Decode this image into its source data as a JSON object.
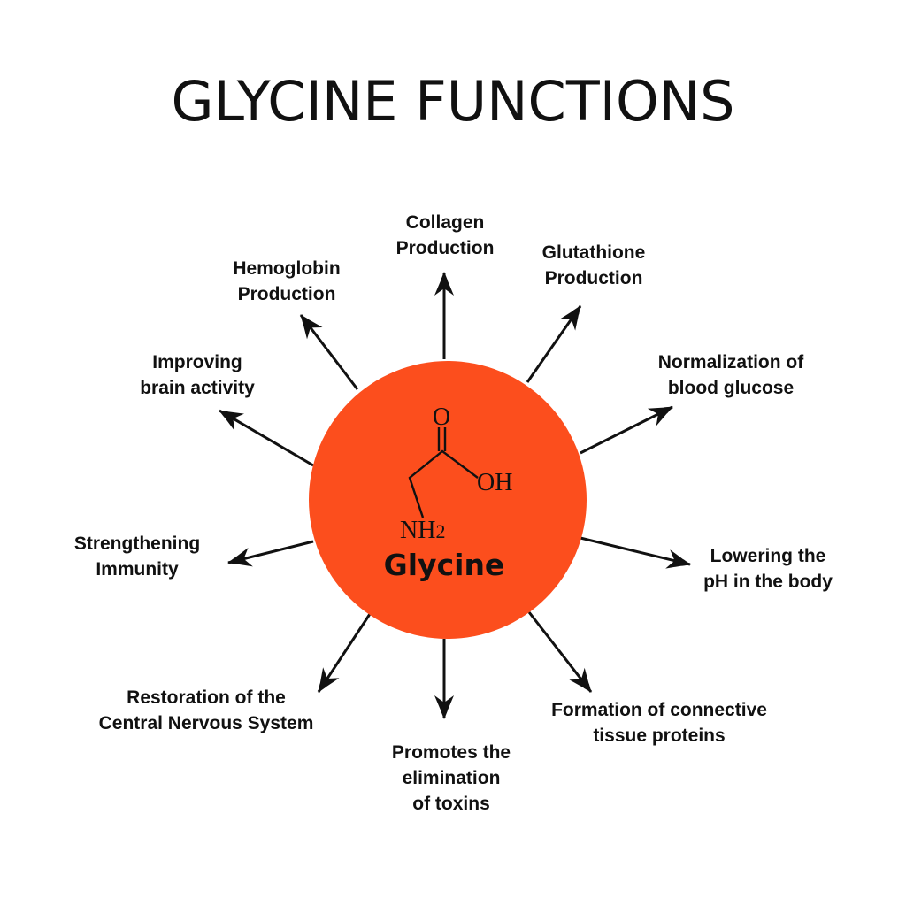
{
  "title": "GLYCINE FUNCTIONS",
  "colors": {
    "circle": "#fc4e1d",
    "text": "#111111",
    "arrow": "#111111",
    "background": "#ffffff"
  },
  "center": {
    "name": "Glycine",
    "formula": {
      "carbonyl_oxygen": "O",
      "hydroxyl": "OH",
      "amine": "NH",
      "amine_subscript": "2"
    }
  },
  "functions": [
    {
      "lines": [
        "Collagen",
        "Production"
      ]
    },
    {
      "lines": [
        "Glutathione",
        "Production"
      ]
    },
    {
      "lines": [
        "Normalization of",
        "blood glucose"
      ]
    },
    {
      "lines": [
        "Lowering the",
        "pH in the body"
      ]
    },
    {
      "lines": [
        "Formation of connective",
        "tissue proteins"
      ]
    },
    {
      "lines": [
        "Promotes the",
        "elimination",
        "of toxins"
      ]
    },
    {
      "lines": [
        "Restoration of the",
        "Central Nervous System"
      ]
    },
    {
      "lines": [
        "Strengthening",
        "Immunity"
      ]
    },
    {
      "lines": [
        "Improving",
        "brain activity"
      ]
    },
    {
      "lines": [
        "Hemoglobin",
        "Production"
      ]
    }
  ]
}
